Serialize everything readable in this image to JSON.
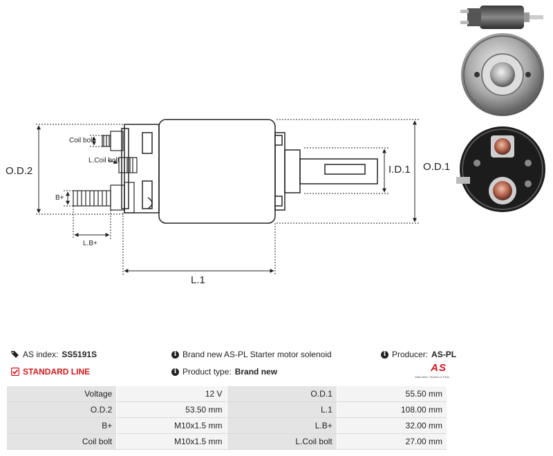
{
  "drawing": {
    "labels": {
      "od2": "O.D.2",
      "od1": "O.D.1",
      "id1": "I.D.1",
      "l1": "L.1",
      "lbplus": "L.B+",
      "bplus": "B+",
      "coil_bolt": "Coil bolt",
      "lcoil_bolt": "L.Coil bolt"
    }
  },
  "info": {
    "as_index_label": "AS index:",
    "as_index_value": "SS5191S",
    "standard_line": "STANDARD LINE",
    "description": "Brand new AS-PL Starter motor solenoid",
    "product_type_label": "Product type:",
    "product_type_value": "Brand new",
    "producer_label": "Producer:",
    "producer_value": "AS-PL",
    "logo_text": "AS",
    "logo_tagline": "Alternators, Starters & Parts"
  },
  "specs": [
    {
      "k1": "Voltage",
      "v1": "12 V",
      "k2": "O.D.1",
      "v2": "55.50 mm"
    },
    {
      "k1": "O.D.2",
      "v1": "53.50 mm",
      "k2": "L.1",
      "v2": "108.00 mm"
    },
    {
      "k1": "B+",
      "v1": "M10x1.5 mm",
      "k2": "L.B+",
      "v2": "32.00 mm"
    },
    {
      "k1": "Coil bolt",
      "v1": "M10x1.5 mm",
      "k2": "L.Coil bolt",
      "v2": "27.00 mm"
    }
  ],
  "colors": {
    "accent": "#d6161c",
    "text": "#222222",
    "key_bg": "#e4e4e4",
    "value_bg": "#f4f4f4"
  }
}
